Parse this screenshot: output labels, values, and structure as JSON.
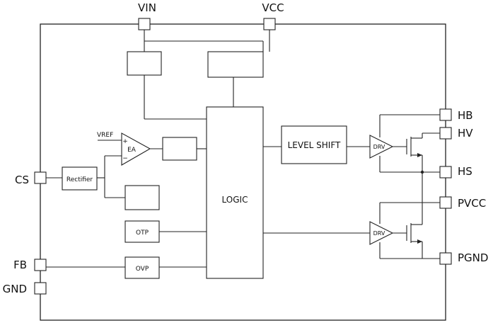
{
  "pins": {
    "vin": "VIN",
    "vcc": "VCC",
    "cs": "CS",
    "fb": "FB",
    "gnd": "GND",
    "hb": "HB",
    "hv": "HV",
    "hs": "HS",
    "pvcc": "PVCC",
    "pgnd": "PGND"
  },
  "blocks": {
    "rectifier": "Rectifier",
    "ea": "EA",
    "vref": "VREF",
    "plus": "+",
    "minus": "−",
    "logic": "LOGIC",
    "level_shift": "LEVEL SHIFT",
    "otp": "OTP",
    "ovp": "OVP",
    "drv_high": "DRV",
    "drv_low": "DRV"
  }
}
